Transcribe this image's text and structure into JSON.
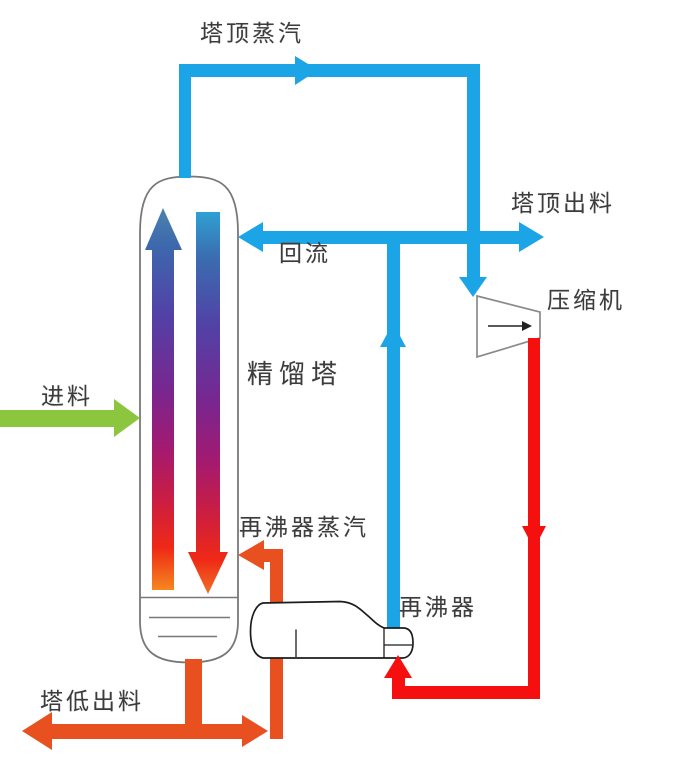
{
  "diagram": {
    "type": "process-flow-diagram",
    "labels": {
      "top_steam": "塔顶蒸汽",
      "top_product": "塔顶出料",
      "reflux": "回流",
      "compressor": "压缩机",
      "column": "精馏塔",
      "feed": "进料",
      "reboiler_steam": "再沸器蒸汽",
      "reboiler": "再沸器",
      "bottom_product": "塔低出料"
    },
    "equipment": [
      "精馏塔",
      "压缩机",
      "再沸器"
    ],
    "streams": [
      {
        "label": "塔顶蒸汽",
        "color": "#1BA4E6",
        "arrow": "right then down into compressor"
      },
      {
        "label": "回流",
        "color": "#1BA4E6",
        "arrow": "left into column"
      },
      {
        "label": "塔顶出料",
        "color": "#1BA4E6",
        "arrow": "right out"
      },
      {
        "label": "进料",
        "color": "#8CC63F",
        "arrow": "right into column"
      },
      {
        "label": "再沸器蒸汽",
        "color": "#E8501F",
        "arrow": "left into column"
      },
      {
        "label": "塔低出料",
        "color": "#E8501F",
        "arrow": "left out"
      }
    ],
    "colors": {
      "vapor_blue": "#1BA4E6",
      "feed_green": "#8CC63F",
      "hot_orange": "#E8501F",
      "hot_red": "#F60F0F",
      "gradient_top_left": "#4D82AE",
      "gradient_top_right": "#2FA0D2",
      "gradient_purple": "#79268F",
      "gradient_crimson": "#C91D44",
      "gradient_bottom_orange": "#F6871F",
      "vessel_outline": "#787878",
      "reboiler_outline": "#1C1C1C",
      "text": "#3C3C3C"
    }
  }
}
